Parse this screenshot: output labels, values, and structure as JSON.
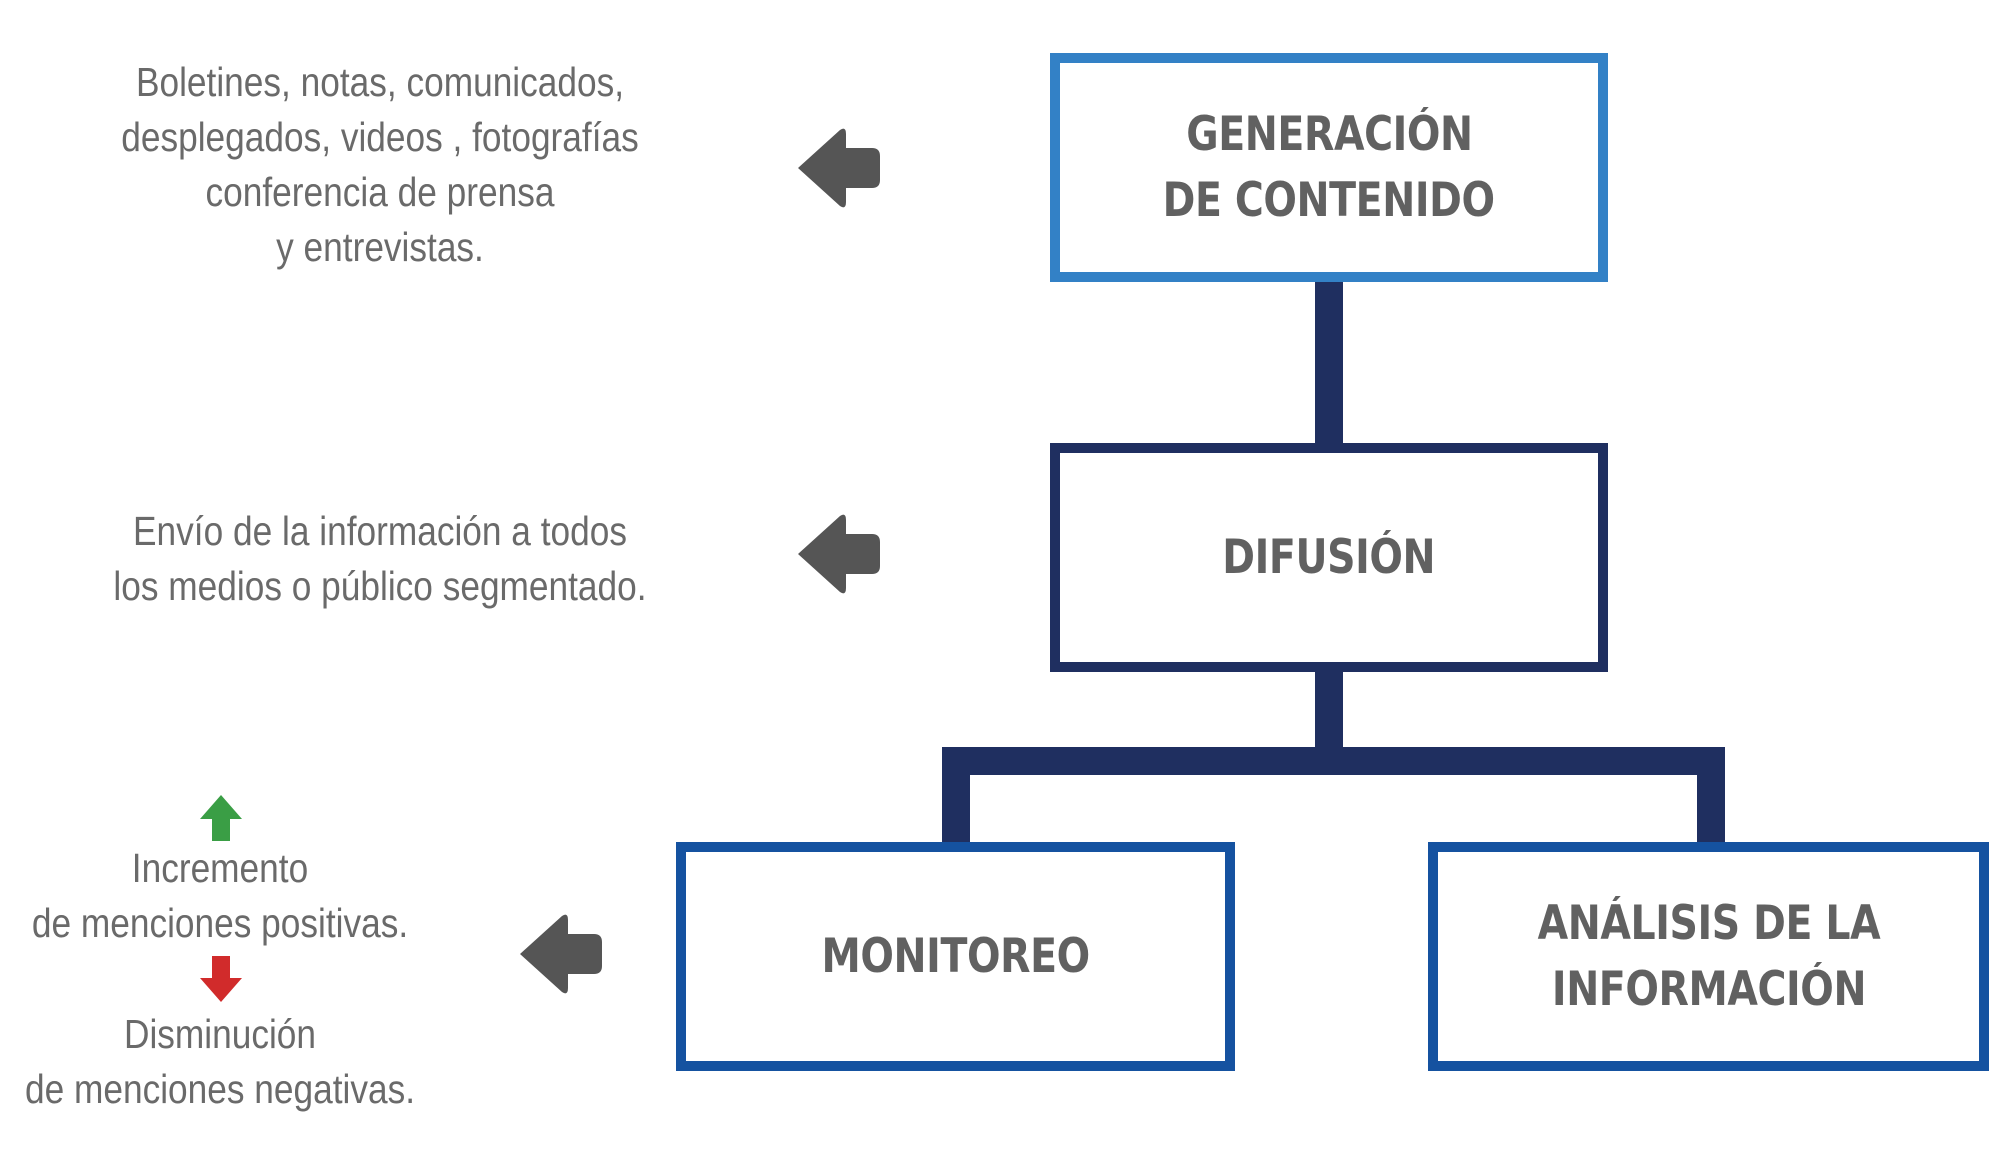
{
  "colors": {
    "connector": "#1f2f60",
    "top_border": "#3381c6",
    "middle_border": "#1f2f60",
    "bottom_border": "#1552a0",
    "box_text": "#616161",
    "note_text": "#6a6a6a",
    "arrow_gray": "#555555",
    "arrow_up": "#3a9e45",
    "arrow_down": "#d12b2b"
  },
  "boxes": {
    "generation": {
      "line1": "GENERACIÓN",
      "line2": "DE CONTENIDO"
    },
    "diffusion": {
      "line1": "DIFUSIÓN"
    },
    "monitoring": {
      "line1": "MONITOREO"
    },
    "analysis": {
      "line1": "ANÁLISIS DE LA",
      "line2": "INFORMACIÓN"
    }
  },
  "notes": {
    "generation": [
      "Boletines, notas, comunicados,",
      "desplegados, videos , fotografías",
      "conferencia de prensa",
      "y entrevistas."
    ],
    "diffusion": [
      "Envío de la información a todos",
      "los medios o público segmentado."
    ],
    "monitoring_positive": [
      "Incremento",
      "de menciones positivas."
    ],
    "monitoring_negative": [
      "Disminución",
      "de menciones negativas."
    ]
  },
  "icons": {
    "pointer": "arrow-left-icon",
    "increase": "arrow-up-icon",
    "decrease": "arrow-down-icon"
  }
}
